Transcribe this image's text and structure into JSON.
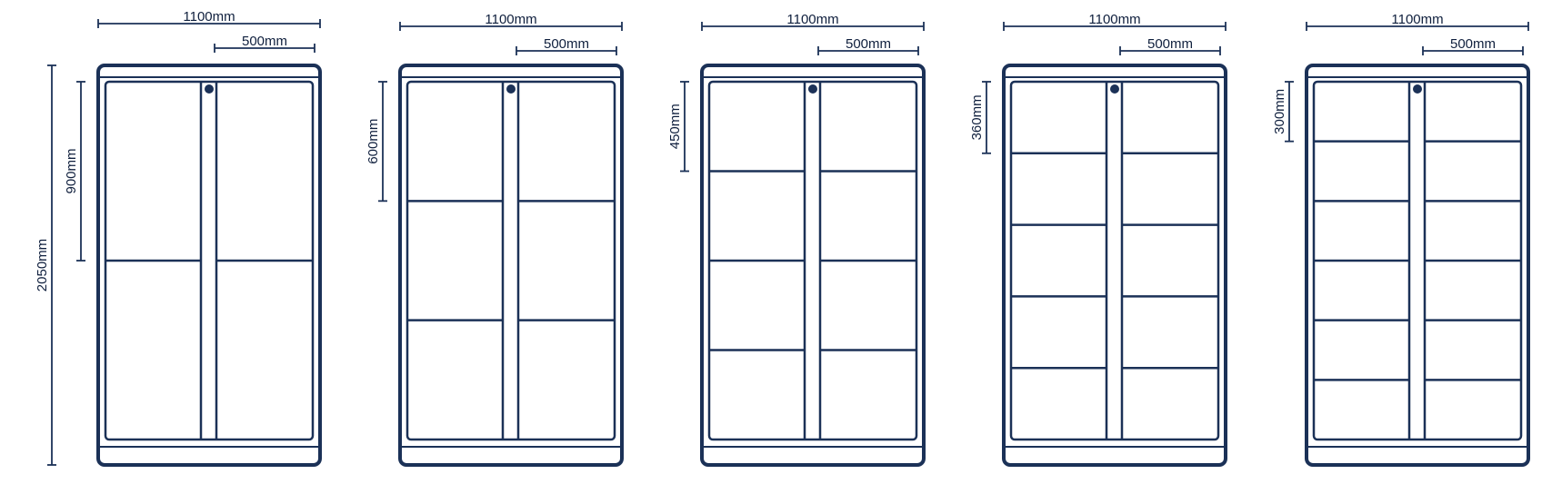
{
  "stroke_color": "#1b3157",
  "lockers": [
    {
      "id": "locker-2-door",
      "width_label": "1100mm",
      "door_width_label": "500mm",
      "door_height_label": "900mm",
      "total_height_label": "2050mm",
      "rows": 2
    },
    {
      "id": "locker-3-door",
      "width_label": "1100mm",
      "door_width_label": "500mm",
      "door_height_label": "600mm",
      "rows": 3
    },
    {
      "id": "locker-4-door",
      "width_label": "1100mm",
      "door_width_label": "500mm",
      "door_height_label": "450mm",
      "rows": 4
    },
    {
      "id": "locker-5-door",
      "width_label": "1100mm",
      "door_width_label": "500mm",
      "door_height_label": "360mm",
      "rows": 5
    },
    {
      "id": "locker-6-door",
      "width_label": "1100mm",
      "door_width_label": "500mm",
      "door_height_label": "300mm",
      "rows": 6
    }
  ]
}
